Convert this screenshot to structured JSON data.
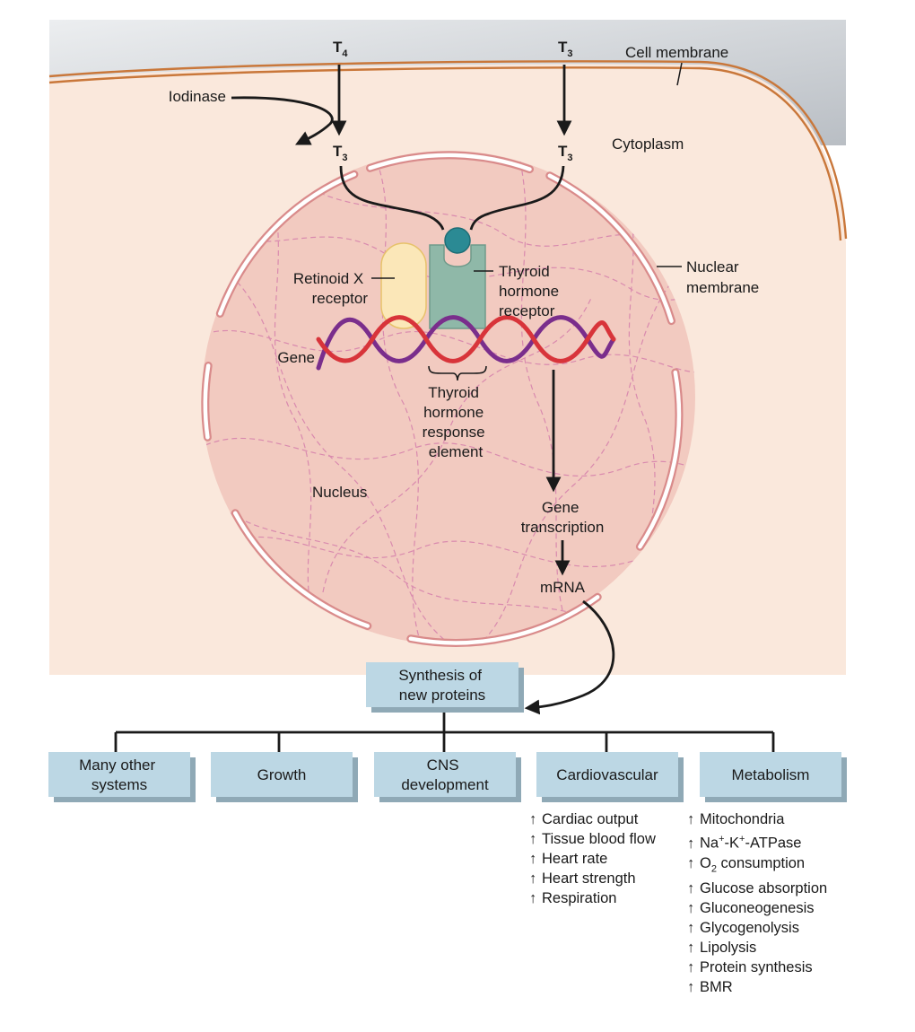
{
  "labels": {
    "t4_top": {
      "main": "T",
      "sub": "4"
    },
    "t3_top": {
      "main": "T",
      "sub": "3"
    },
    "t3_left": {
      "main": "T",
      "sub": "3"
    },
    "t3_right": {
      "main": "T",
      "sub": "3"
    },
    "cell_membrane": "Cell membrane",
    "iodinase": "Iodinase",
    "cytoplasm": "Cytoplasm",
    "retinoid_x": [
      "Retinoid X",
      "receptor"
    ],
    "thyroid_receptor": [
      "Thyroid",
      "hormone",
      "receptor"
    ],
    "nuclear_membrane": [
      "Nuclear",
      "membrane"
    ],
    "gene": "Gene",
    "tre": [
      "Thyroid",
      "hormone",
      "response",
      "element"
    ],
    "nucleus": "Nucleus",
    "gene_transcription": [
      "Gene",
      "transcription"
    ],
    "mrna": "mRNA"
  },
  "boxes": {
    "synthesis": [
      "Synthesis of",
      "new proteins"
    ],
    "many_other": [
      "Many other",
      "systems"
    ],
    "growth": [
      "Growth"
    ],
    "cns": [
      "CNS",
      "development"
    ],
    "cardiovascular": [
      "Cardiovascular"
    ],
    "metabolism": [
      "Metabolism"
    ]
  },
  "cardio_effects": [
    {
      "arrow": "↑",
      "text": "Cardiac output"
    },
    {
      "arrow": "↑",
      "text": "Tissue blood flow"
    },
    {
      "arrow": "↑",
      "text": "Heart rate"
    },
    {
      "arrow": "↑",
      "text": "Heart strength"
    },
    {
      "arrow": "↑",
      "text": "Respiration"
    }
  ],
  "metabolism_effects": [
    {
      "arrow": "↑",
      "text": "Mitochondria"
    },
    {
      "arrow": "↑",
      "text": "Na",
      "sup1": "+",
      "mid": "-K",
      "sup2": "+",
      "end": "-ATPase"
    },
    {
      "arrow": "↑",
      "text": "O",
      "sub": "2",
      "end": " consumption"
    },
    {
      "arrow": "↑",
      "text": "Glucose absorption"
    },
    {
      "arrow": "↑",
      "text": "Gluconeogenesis"
    },
    {
      "arrow": "↑",
      "text": "Glycogenolysis"
    },
    {
      "arrow": "↑",
      "text": "Lipolysis"
    },
    {
      "arrow": "↑",
      "text": "Protein synthesis"
    },
    {
      "arrow": "↑",
      "text": "BMR"
    }
  ],
  "colors": {
    "extracellular": "#dcdee1",
    "cytoplasm": "#fae8dc",
    "membrane": "#c9773a",
    "nucleus": "#f2cac0",
    "nuclear_envelope": "#d98b8b",
    "retinoid_x": "#fbe7b8",
    "thyroid_receptor": "#8fb8a8",
    "hormone": "#2b8a94",
    "dna_red": "#d8343a",
    "dna_purple": "#7a2e8c",
    "box_fill": "#bcd7e4",
    "box_shadow": "#8fa9b6"
  }
}
